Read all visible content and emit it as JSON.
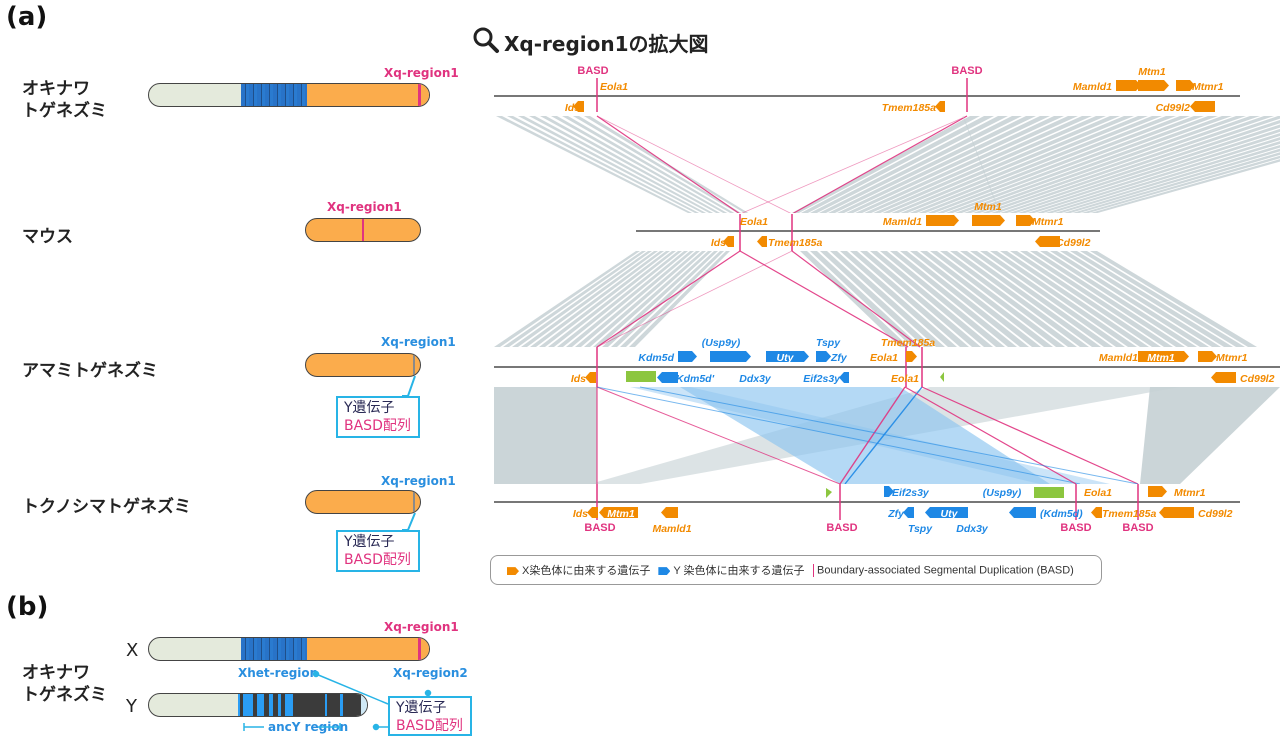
{
  "panel_a": {
    "label": "(a)",
    "zoom_title": "Xq-region1の拡大図",
    "zoom_icon": "magnifier-icon",
    "species": [
      {
        "name_line1": "オキナワ",
        "name_line2": "トゲネズミ",
        "region_label": "Xq-region1",
        "region_color": "#e0337f"
      },
      {
        "name_line1": "マウス",
        "name_line2": "",
        "region_label": "Xq-region1",
        "region_color": "#e0337f"
      },
      {
        "name_line1": "アマミトゲネズミ",
        "name_line2": "",
        "region_label": "Xq-region1",
        "region_color": "#2a8fdf",
        "callout_line1": "Y遺伝子",
        "callout_line2": "BASD配列"
      },
      {
        "name_line1": "トクノシマトゲネズミ",
        "name_line2": "",
        "region_label": "Xq-region1",
        "region_color": "#2a8fdf",
        "callout_line1": "Y遺伝子",
        "callout_line2": "BASD配列"
      }
    ],
    "tracks": [
      {
        "species": "オキナワトゲネズミ",
        "basd_labels": [
          "BASD",
          "BASD"
        ],
        "genes": [
          {
            "name": "Eola1",
            "type": "X",
            "strand": "+"
          },
          {
            "name": "Ids",
            "type": "X",
            "strand": "-"
          },
          {
            "name": "Tmem185a",
            "type": "X",
            "strand": "-"
          },
          {
            "name": "Mamld1",
            "type": "X",
            "strand": "+"
          },
          {
            "name": "Mtm1",
            "type": "X",
            "strand": "+"
          },
          {
            "name": "Mtmr1",
            "type": "X",
            "strand": "+"
          },
          {
            "name": "Cd99l2",
            "type": "X",
            "strand": "-"
          }
        ]
      },
      {
        "species": "マウス",
        "genes": [
          {
            "name": "Eola1",
            "type": "X",
            "strand": "+"
          },
          {
            "name": "Ids",
            "type": "X",
            "strand": "-"
          },
          {
            "name": "Tmem185a",
            "type": "X",
            "strand": "-"
          },
          {
            "name": "Mamld1",
            "type": "X",
            "strand": "+"
          },
          {
            "name": "Mtm1",
            "type": "X",
            "strand": "+"
          },
          {
            "name": "Mtmr1",
            "type": "X",
            "strand": "+"
          },
          {
            "name": "Cd99l2",
            "type": "X",
            "strand": "-"
          }
        ]
      },
      {
        "species": "アマミトゲネズミ",
        "genes": [
          {
            "name": "Kdm5d",
            "type": "Y",
            "strand": "+"
          },
          {
            "name": "(Usp9y)",
            "type": "Y",
            "strand": "+"
          },
          {
            "name": "Uty",
            "type": "Y",
            "strand": "+"
          },
          {
            "name": "Tspy",
            "type": "Y",
            "strand": "+"
          },
          {
            "name": "Zfy",
            "type": "Y",
            "strand": "+"
          },
          {
            "name": "Tmem185a",
            "type": "X",
            "strand": "+"
          },
          {
            "name": "Eola1",
            "type": "X",
            "strand": "+"
          },
          {
            "name": "Mamld1",
            "type": "X",
            "strand": "+"
          },
          {
            "name": "Mtm1",
            "type": "X",
            "strand": "+"
          },
          {
            "name": "Mtmr1",
            "type": "X",
            "strand": "+"
          },
          {
            "name": "Ids",
            "type": "X",
            "strand": "-"
          },
          {
            "name": "Kdm5d'",
            "type": "Y",
            "strand": "-"
          },
          {
            "name": "Ddx3y",
            "type": "Y",
            "strand": "-"
          },
          {
            "name": "Eif2s3y",
            "type": "Y",
            "strand": "-"
          },
          {
            "name": "Eola1",
            "type": "X",
            "strand": "-"
          },
          {
            "name": "Cd99l2",
            "type": "X",
            "strand": "-"
          }
        ]
      },
      {
        "species": "トクノシマトゲネズミ",
        "basd_labels": [
          "BASD",
          "BASD",
          "BASD",
          "BASD"
        ],
        "genes": [
          {
            "name": "Eif2s3y",
            "type": "Y",
            "strand": "+"
          },
          {
            "name": "(Usp9y)",
            "type": "Y",
            "strand": "+"
          },
          {
            "name": "Eola1",
            "type": "X",
            "strand": "+"
          },
          {
            "name": "Mtmr1",
            "type": "X",
            "strand": "+"
          },
          {
            "name": "Ids",
            "type": "X",
            "strand": "-"
          },
          {
            "name": "Mtm1",
            "type": "X",
            "strand": "-"
          },
          {
            "name": "Mamld1",
            "type": "X",
            "strand": "-"
          },
          {
            "name": "Zfy",
            "type": "Y",
            "strand": "-"
          },
          {
            "name": "Tspy",
            "type": "Y",
            "strand": "-"
          },
          {
            "name": "Uty",
            "type": "Y",
            "strand": "-"
          },
          {
            "name": "Ddx3y",
            "type": "Y",
            "strand": "-"
          },
          {
            "name": "(Kdm5d)",
            "type": "Y",
            "strand": "-"
          },
          {
            "name": "Tmem185a",
            "type": "X",
            "strand": "-"
          },
          {
            "name": "Cd99l2",
            "type": "X",
            "strand": "-"
          }
        ]
      }
    ],
    "legend": {
      "x_gene": "X染色体に由来する遺伝子",
      "y_gene": "Y 染色体に由来する遺伝子",
      "basd": "Boundary-associated Segmental Duplication (BASD)"
    }
  },
  "panel_b": {
    "label": "(b)",
    "species_line1": "オキナワ",
    "species_line2": "トゲネズミ",
    "x_label": "X",
    "y_label": "Y",
    "xq_region1": "Xq-region1",
    "xhet_region": "Xhet-region",
    "xq_region2": "Xq-region2",
    "ancy_region": "ancY region",
    "callout_line1": "Y遺伝子",
    "callout_line2": "BASD配列"
  },
  "colors": {
    "x_gene": "#f28a00",
    "y_gene": "#1e88e5",
    "basd": "#e0337f",
    "other_gene": "#8cc63f",
    "synteny": "#c5d0d4",
    "y_synteny": "#8cc4f0",
    "chrom_orange": "#fbac4c",
    "chrom_pale": "#e4eadc",
    "chrom_blue": "#2873c8",
    "chrom_dark": "#3b3b3b",
    "callout_border": "#28b4e6"
  }
}
